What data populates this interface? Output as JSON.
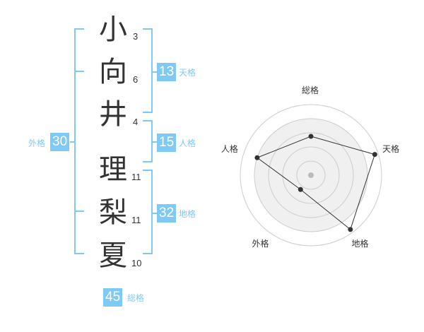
{
  "name": {
    "characters": [
      {
        "char": "小",
        "strokes": "3"
      },
      {
        "char": "向",
        "strokes": "6"
      },
      {
        "char": "井",
        "strokes": "4"
      },
      {
        "char": "理",
        "strokes": "11"
      },
      {
        "char": "梨",
        "strokes": "11"
      },
      {
        "char": "夏",
        "strokes": "10"
      }
    ]
  },
  "fortune": {
    "tenkaku": {
      "value": "13",
      "label": "天格"
    },
    "jinkaku": {
      "value": "15",
      "label": "人格"
    },
    "chikaku": {
      "value": "32",
      "label": "地格"
    },
    "gaikaku": {
      "value": "30",
      "label": "外格"
    },
    "soukaku": {
      "value": "45",
      "label": "総格"
    }
  },
  "colors": {
    "accent": "#7fc9f5",
    "text": "#333333",
    "radar_fill": "#f0f0f0",
    "radar_grid": "#cccccc",
    "radar_line": "#333333"
  },
  "chart_data": {
    "type": "radar",
    "axes": [
      "総格",
      "天格",
      "地格",
      "外格",
      "人格"
    ],
    "values": [
      0.55,
      0.95,
      0.95,
      0.25,
      0.8
    ],
    "range": [
      0,
      1
    ]
  }
}
